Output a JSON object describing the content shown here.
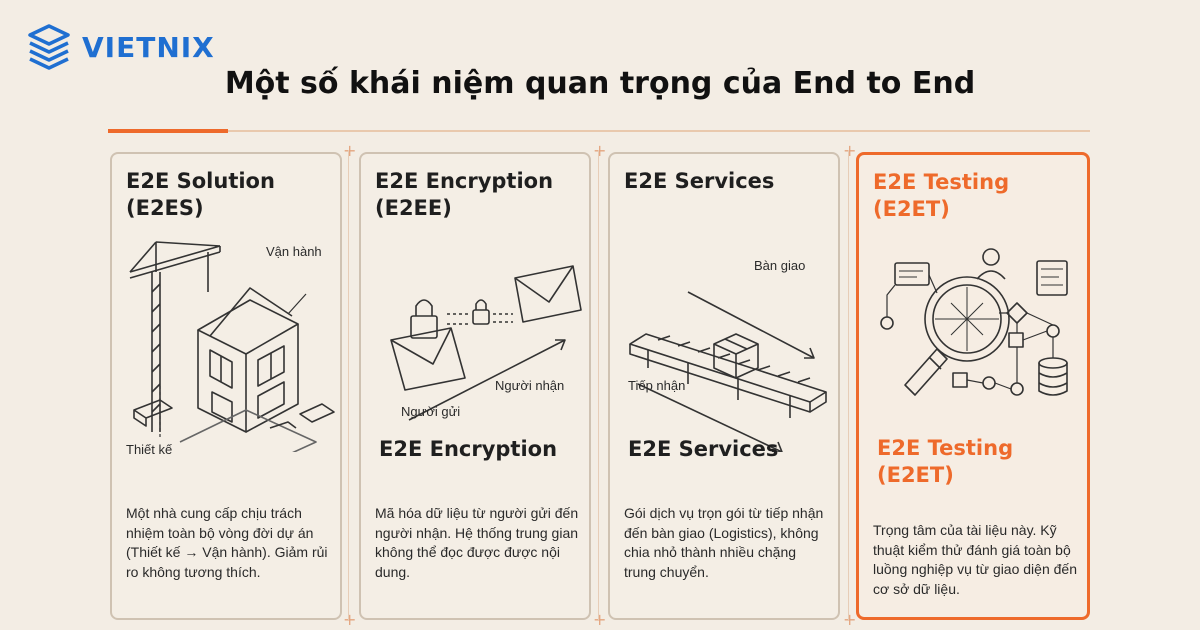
{
  "header": {
    "brand": "VIETNIX",
    "title": "Một số khái niệm quan trọng của End to End"
  },
  "cards": [
    {
      "title": "E2E Solution (E2ES)",
      "labels": [
        "Vận hành",
        "Thiết kế"
      ],
      "description": "Một nhà cung cấp chịu trách nhiệm toàn bộ vòng đời dự án (Thiết kế → Vận hành). Giảm rủi ro không tương thích."
    },
    {
      "title": "E2E Encryption (E2EE)",
      "labels": [
        "Người nhận",
        "Người gửi"
      ],
      "subtitle": "E2E Encryption",
      "description": "Mã hóa dữ liệu từ người gửi đến người nhận. Hệ thống trung gian không thể đọc được được nội dung."
    },
    {
      "title": "E2E Services",
      "labels": [
        "Bàn giao",
        "Tiếp nhận"
      ],
      "subtitle": "E2E Services",
      "description": "Gói dịch vụ trọn gói từ tiếp nhận đến bàn giao (Logistics), không chia nhỏ thành nhiều chặng trung chuyển."
    },
    {
      "title": "E2E Testing (E2ET)",
      "subtitle": "E2E Testing (E2ET)",
      "description": "Trọng tâm của tài liệu này. Kỹ thuật kiểm thử đánh giá toàn bộ luồng nghiệp vụ từ giao diện đến cơ sở dữ liệu."
    }
  ],
  "colors": {
    "accent": "#ee6a2b",
    "brand": "#1f6fd1",
    "background": "#f3ede4"
  },
  "icons": [
    "vietnix-logo-icon",
    "building-icon",
    "envelope-lock-icon",
    "conveyor-box-icon",
    "magnifier-flow-icon"
  ]
}
